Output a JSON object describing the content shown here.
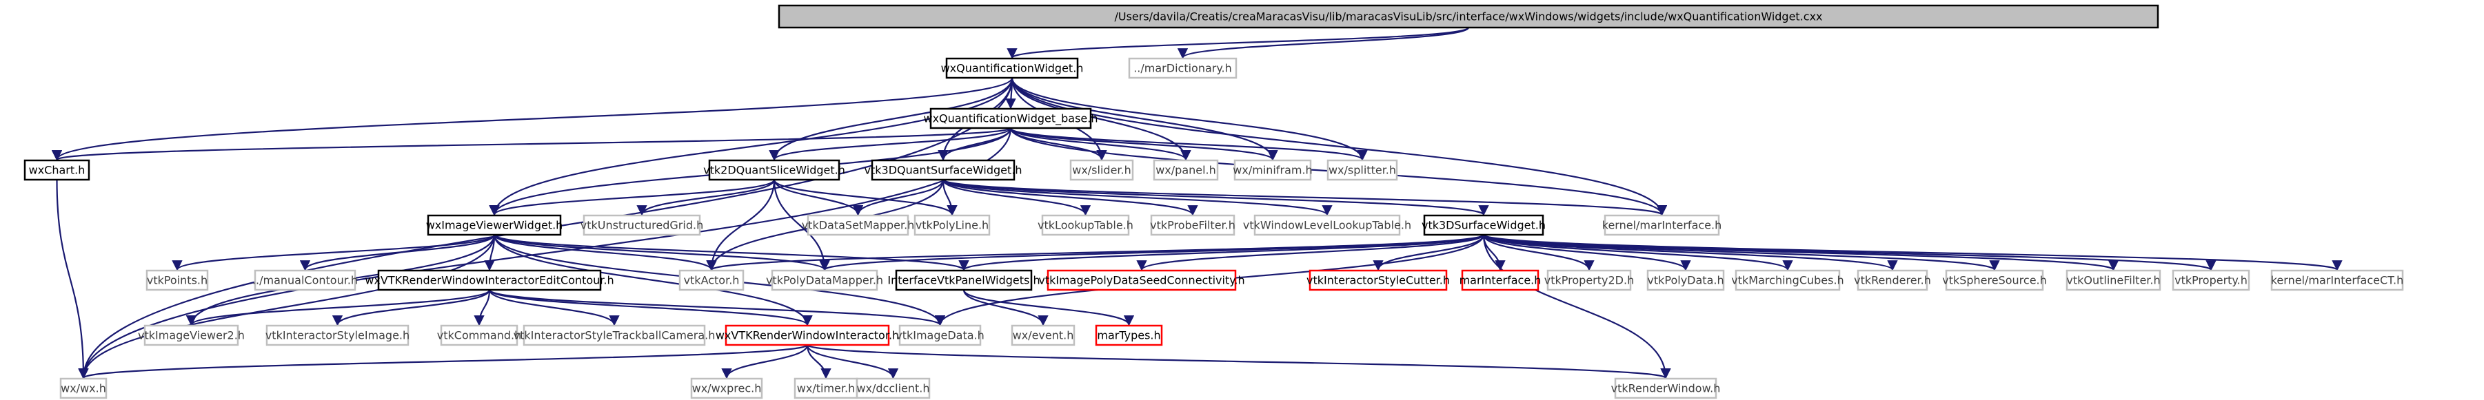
{
  "colors": {
    "edge": "#191970",
    "box_black": "#000000",
    "box_gray": "#bfbfbf",
    "box_red": "#ff0000",
    "fill_root": "#bfbfbf",
    "fill_default": "#ffffff",
    "text": "#000000",
    "text_gray": "#404040"
  },
  "nodes": [
    {
      "id": "root",
      "label": "/Users/davila/Creatis/creaMaracasVisu/lib/maracasVisuLib/src/interface/wxWindows/widgets/include/wxQuantificationWidget.cxx",
      "style": "root"
    },
    {
      "id": "wxQW",
      "label": "wxQuantificationWidget.h",
      "style": "black"
    },
    {
      "id": "marDict",
      "label": "../marDictionary.h",
      "style": "gray"
    },
    {
      "id": "wxQWbase",
      "label": "wxQuantificationWidget_base.h",
      "style": "black"
    },
    {
      "id": "wxChart",
      "label": "wxChart.h",
      "style": "black"
    },
    {
      "id": "vtk2D",
      "label": "vtk2DQuantSliceWidget.h",
      "style": "black"
    },
    {
      "id": "vtk3D",
      "label": "vtk3DQuantSurfaceWidget.h",
      "style": "black"
    },
    {
      "id": "slider",
      "label": "wx/slider.h",
      "style": "gray"
    },
    {
      "id": "panel",
      "label": "wx/panel.h",
      "style": "gray"
    },
    {
      "id": "minifram",
      "label": "wx/minifram.h",
      "style": "gray"
    },
    {
      "id": "splitter",
      "label": "wx/splitter.h",
      "style": "gray"
    },
    {
      "id": "wxIVW",
      "label": "wxImageViewerWidget.h",
      "style": "black"
    },
    {
      "id": "unstruct",
      "label": "vtkUnstructuredGrid.h",
      "style": "gray"
    },
    {
      "id": "dsMapper",
      "label": "vtkDataSetMapper.h",
      "style": "gray"
    },
    {
      "id": "polyLine",
      "label": "vtkPolyLine.h",
      "style": "gray"
    },
    {
      "id": "lut",
      "label": "vtkLookupTable.h",
      "style": "gray"
    },
    {
      "id": "probe",
      "label": "vtkProbeFilter.h",
      "style": "gray"
    },
    {
      "id": "wllut",
      "label": "vtkWindowLevelLookupTable.h",
      "style": "gray"
    },
    {
      "id": "vtk3DSW",
      "label": "vtk3DSurfaceWidget.h",
      "style": "black"
    },
    {
      "id": "kmarInt",
      "label": "kernel/marInterface.h",
      "style": "gray"
    },
    {
      "id": "points",
      "label": "vtkPoints.h",
      "style": "gray"
    },
    {
      "id": "manual",
      "label": "../manualContour.h",
      "style": "gray"
    },
    {
      "id": "wxVTKedit",
      "label": "wxVTKRenderWindowInteractorEditContour.h",
      "style": "black"
    },
    {
      "id": "actor",
      "label": "vtkActor.h",
      "style": "gray"
    },
    {
      "id": "pdMapper",
      "label": "vtkPolyDataMapper.h",
      "style": "gray"
    },
    {
      "id": "ivpw",
      "label": "InterfaceVtkPanelWidgets.h",
      "style": "black"
    },
    {
      "id": "seed",
      "label": "vtkImagePolyDataSeedConnectivity.h",
      "style": "red"
    },
    {
      "id": "cutter",
      "label": "vtkInteractorStyleCutter.h",
      "style": "red"
    },
    {
      "id": "marIntR",
      "label": "marInterface.h",
      "style": "red"
    },
    {
      "id": "prop2d",
      "label": "vtkProperty2D.h",
      "style": "gray"
    },
    {
      "id": "polyData",
      "label": "vtkPolyData.h",
      "style": "gray"
    },
    {
      "id": "march",
      "label": "vtkMarchingCubes.h",
      "style": "gray"
    },
    {
      "id": "renderer",
      "label": "vtkRenderer.h",
      "style": "gray"
    },
    {
      "id": "sphere",
      "label": "vtkSphereSource.h",
      "style": "gray"
    },
    {
      "id": "outline",
      "label": "vtkOutlineFilter.h",
      "style": "gray"
    },
    {
      "id": "property",
      "label": "vtkProperty.h",
      "style": "gray"
    },
    {
      "id": "kmarCT",
      "label": "kernel/marInterfaceCT.h",
      "style": "gray"
    },
    {
      "id": "iv2",
      "label": "vtkImageViewer2.h",
      "style": "gray"
    },
    {
      "id": "isImage",
      "label": "vtkInteractorStyleImage.h",
      "style": "gray"
    },
    {
      "id": "command",
      "label": "vtkCommand.h",
      "style": "gray"
    },
    {
      "id": "isTrack",
      "label": "vtkInteractorStyleTrackballCamera.h",
      "style": "gray"
    },
    {
      "id": "wxVTK",
      "label": "wxVTKRenderWindowInteractor.h",
      "style": "red"
    },
    {
      "id": "imgData",
      "label": "vtkImageData.h",
      "style": "gray"
    },
    {
      "id": "event",
      "label": "wx/event.h",
      "style": "gray"
    },
    {
      "id": "marTypes",
      "label": "marTypes.h",
      "style": "red"
    },
    {
      "id": "wxwx",
      "label": "wx/wx.h",
      "style": "gray"
    },
    {
      "id": "wxprec",
      "label": "wx/wxprec.h",
      "style": "gray"
    },
    {
      "id": "timer",
      "label": "wx/timer.h",
      "style": "gray"
    },
    {
      "id": "dcclient",
      "label": "wx/dcclient.h",
      "style": "gray"
    },
    {
      "id": "renWin",
      "label": "vtkRenderWindow.h",
      "style": "gray"
    }
  ],
  "edges": [
    [
      "root",
      "wxQW"
    ],
    [
      "root",
      "marDict"
    ],
    [
      "wxQW",
      "wxQWbase"
    ],
    [
      "wxQW",
      "wxChart"
    ],
    [
      "wxQW",
      "vtk2D"
    ],
    [
      "wxQW",
      "vtk3D"
    ],
    [
      "wxQW",
      "slider"
    ],
    [
      "wxQW",
      "panel"
    ],
    [
      "wxQW",
      "minifram"
    ],
    [
      "wxQW",
      "splitter"
    ],
    [
      "wxQW",
      "wxIVW"
    ],
    [
      "wxQW",
      "kmarInt"
    ],
    [
      "wxQW",
      "wxwx"
    ],
    [
      "wxQWbase",
      "wxChart"
    ],
    [
      "wxQWbase",
      "vtk2D"
    ],
    [
      "wxQWbase",
      "vtk3D"
    ],
    [
      "wxQWbase",
      "slider"
    ],
    [
      "wxQWbase",
      "panel"
    ],
    [
      "wxQWbase",
      "minifram"
    ],
    [
      "wxQWbase",
      "splitter"
    ],
    [
      "wxQWbase",
      "wxIVW"
    ],
    [
      "wxQWbase",
      "kmarInt"
    ],
    [
      "wxQWbase",
      "wxwx"
    ],
    [
      "wxChart",
      "wxwx"
    ],
    [
      "vtk2D",
      "wxIVW"
    ],
    [
      "vtk2D",
      "unstruct"
    ],
    [
      "vtk2D",
      "dsMapper"
    ],
    [
      "vtk2D",
      "polyLine"
    ],
    [
      "vtk2D",
      "actor"
    ],
    [
      "vtk2D",
      "pdMapper"
    ],
    [
      "vtk3D",
      "dsMapper"
    ],
    [
      "vtk3D",
      "polyLine"
    ],
    [
      "vtk3D",
      "lut"
    ],
    [
      "vtk3D",
      "probe"
    ],
    [
      "vtk3D",
      "wllut"
    ],
    [
      "vtk3D",
      "vtk3DSW"
    ],
    [
      "vtk3D",
      "kmarInt"
    ],
    [
      "vtk3D",
      "actor"
    ],
    [
      "wxIVW",
      "points"
    ],
    [
      "wxIVW",
      "manual"
    ],
    [
      "wxIVW",
      "wxVTKedit"
    ],
    [
      "wxIVW",
      "actor"
    ],
    [
      "wxIVW",
      "pdMapper"
    ],
    [
      "wxIVW",
      "iv2"
    ],
    [
      "wxIVW",
      "wxVTK"
    ],
    [
      "wxIVW",
      "imgData"
    ],
    [
      "wxIVW",
      "wxwx"
    ],
    [
      "wxIVW",
      "ivpw"
    ],
    [
      "wxVTKedit",
      "iv2"
    ],
    [
      "wxVTKedit",
      "isImage"
    ],
    [
      "wxVTKedit",
      "command"
    ],
    [
      "wxVTKedit",
      "isTrack"
    ],
    [
      "wxVTKedit",
      "wxVTK"
    ],
    [
      "wxVTKedit",
      "imgData"
    ],
    [
      "vtk3DSW",
      "actor"
    ],
    [
      "vtk3DSW",
      "pdMapper"
    ],
    [
      "vtk3DSW",
      "ivpw"
    ],
    [
      "vtk3DSW",
      "seed"
    ],
    [
      "vtk3DSW",
      "cutter"
    ],
    [
      "vtk3DSW",
      "marIntR"
    ],
    [
      "vtk3DSW",
      "prop2d"
    ],
    [
      "vtk3DSW",
      "polyData"
    ],
    [
      "vtk3DSW",
      "march"
    ],
    [
      "vtk3DSW",
      "renderer"
    ],
    [
      "vtk3DSW",
      "sphere"
    ],
    [
      "vtk3DSW",
      "outline"
    ],
    [
      "vtk3DSW",
      "property"
    ],
    [
      "vtk3DSW",
      "kmarCT"
    ],
    [
      "vtk3DSW",
      "imgData"
    ],
    [
      "vtk3DSW",
      "renWin"
    ],
    [
      "ivpw",
      "event"
    ],
    [
      "ivpw",
      "marTypes"
    ],
    [
      "wxVTK",
      "wxwx"
    ],
    [
      "wxVTK",
      "wxprec"
    ],
    [
      "wxVTK",
      "timer"
    ],
    [
      "wxVTK",
      "dcclient"
    ],
    [
      "wxVTK",
      "renWin"
    ]
  ]
}
